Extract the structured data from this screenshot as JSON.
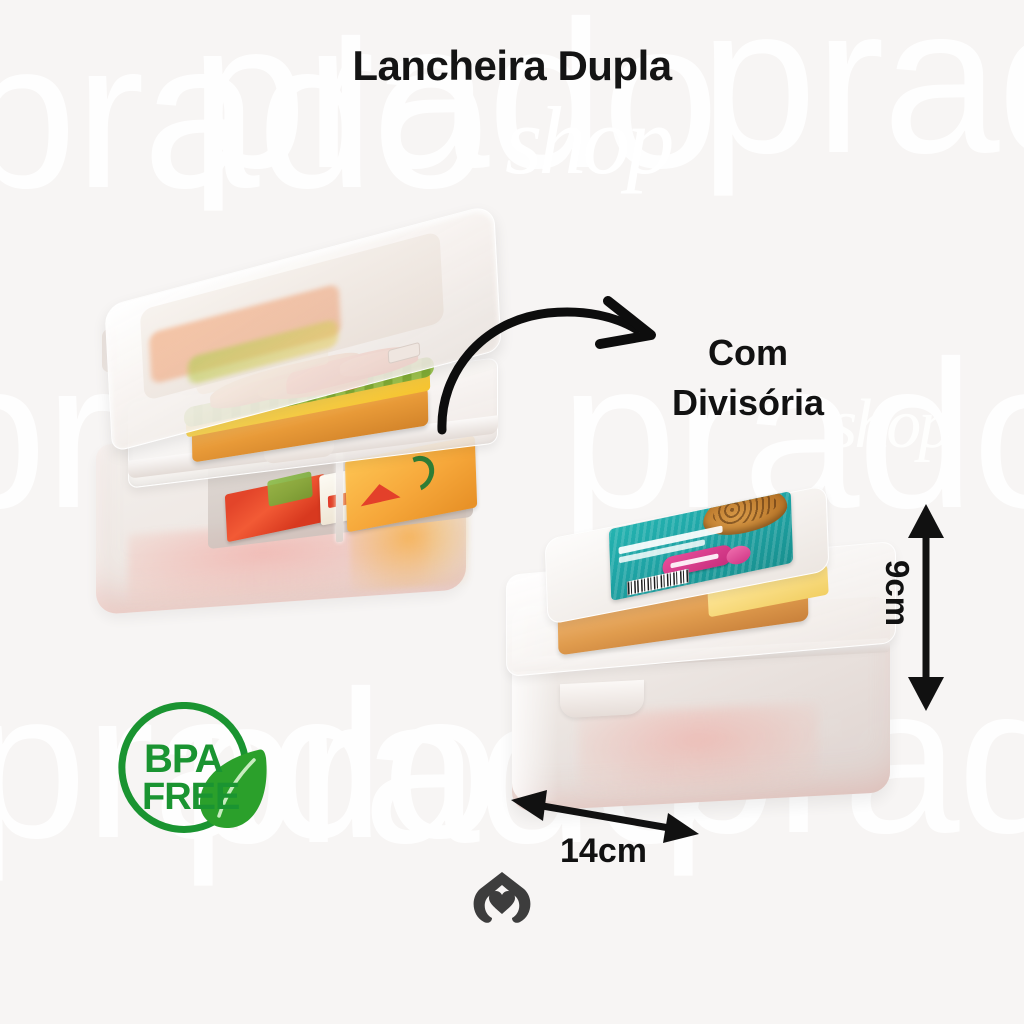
{
  "page": {
    "background_color": "#f7f5f4",
    "title": "Lancheira Dupla"
  },
  "watermark": {
    "brand_text": "prado",
    "script_text": "shop",
    "color": "#ffffff",
    "instances": [
      "prado",
      "prado",
      "prado",
      "prado",
      "prado",
      "prado",
      "prado",
      "prado"
    ]
  },
  "callout": {
    "line1": "Com",
    "line2": "Divisória",
    "arrow": "curved-arrow-pointing-right",
    "color": "#121212"
  },
  "dimensions": {
    "height_label": "9cm",
    "width_label": "14cm",
    "height_arrow": "double-headed-vertical-arrow",
    "width_arrow": "double-headed-horizontal-arrow",
    "color": "#111111"
  },
  "bpa_badge": {
    "line1": "BPA",
    "line2": "FREE",
    "icon": "leaf-icon",
    "color": "#1a9431"
  },
  "brand_logo": {
    "icon": "heart-house-logo-icon",
    "color": "#3d3d3d"
  },
  "products": {
    "open_box": {
      "name": "Lancheira Dupla aberta",
      "state": "open",
      "contents": [
        "sanduíche",
        "salada",
        "snacks",
        "divisória"
      ]
    },
    "closed_box": {
      "name": "Lancheira Dupla fechada",
      "state": "closed",
      "label_color": "#1fa5a6",
      "contents": [
        "sanduíche",
        "etiqueta do produto"
      ]
    }
  }
}
